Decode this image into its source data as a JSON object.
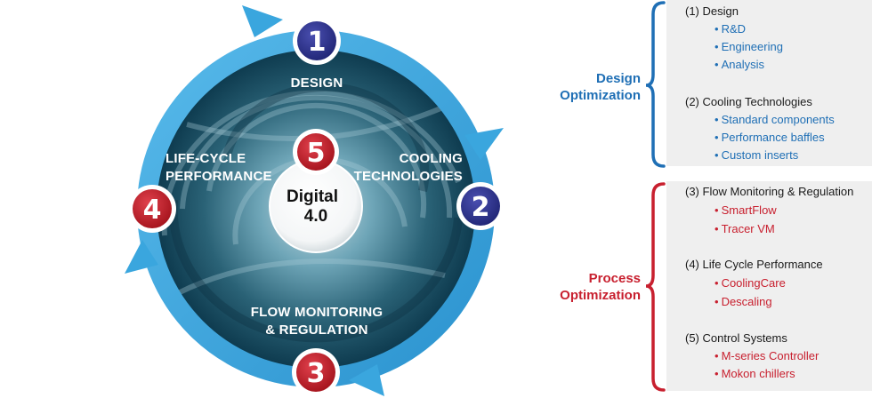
{
  "cycle": {
    "stages": [
      {
        "number": "1",
        "label": [
          "DESIGN"
        ]
      },
      {
        "number": "2",
        "label": [
          "COOLING",
          "TECHNOLOGIES"
        ]
      },
      {
        "number": "3",
        "label": [
          "FLOW MONITORING",
          "& REGULATION"
        ]
      },
      {
        "number": "4",
        "label": [
          "LIFE-CYCLE",
          "PERFORMANCE"
        ]
      }
    ],
    "center": {
      "number": "5",
      "line1": "Digital",
      "line2": "4.0"
    }
  },
  "groups": [
    {
      "label_line1": "Design",
      "label_line2": "Optimization",
      "color": "#1f6fb5",
      "categories": [
        {
          "title": "(1) Design",
          "items": [
            "R&D",
            "Engineering",
            "Analysis"
          ]
        },
        {
          "title": "(2) Cooling Technologies",
          "items": [
            "Standard components",
            "Performance baffles",
            "Custom inserts"
          ]
        }
      ]
    },
    {
      "label_line1": "Process",
      "label_line2": "Optimization",
      "color": "#c8202f",
      "categories": [
        {
          "title": "(3) Flow Monitoring & Regulation",
          "items": [
            "SmartFlow",
            "Tracer VM"
          ]
        },
        {
          "title": "(4) Life Cycle Performance",
          "items": [
            "CoolingCare",
            "Descaling"
          ]
        },
        {
          "title": "(5) Control Systems",
          "items": [
            "M-series Controller",
            "Mokon chillers"
          ]
        }
      ]
    }
  ],
  "colors": {
    "ring_blue": "#3aa6de",
    "badge_blue": "#2e3192",
    "badge_red": "#c8202f",
    "swirl_dark": "#0e3b4f",
    "swirl_light": "#6fa6b8"
  },
  "bullet": "•"
}
